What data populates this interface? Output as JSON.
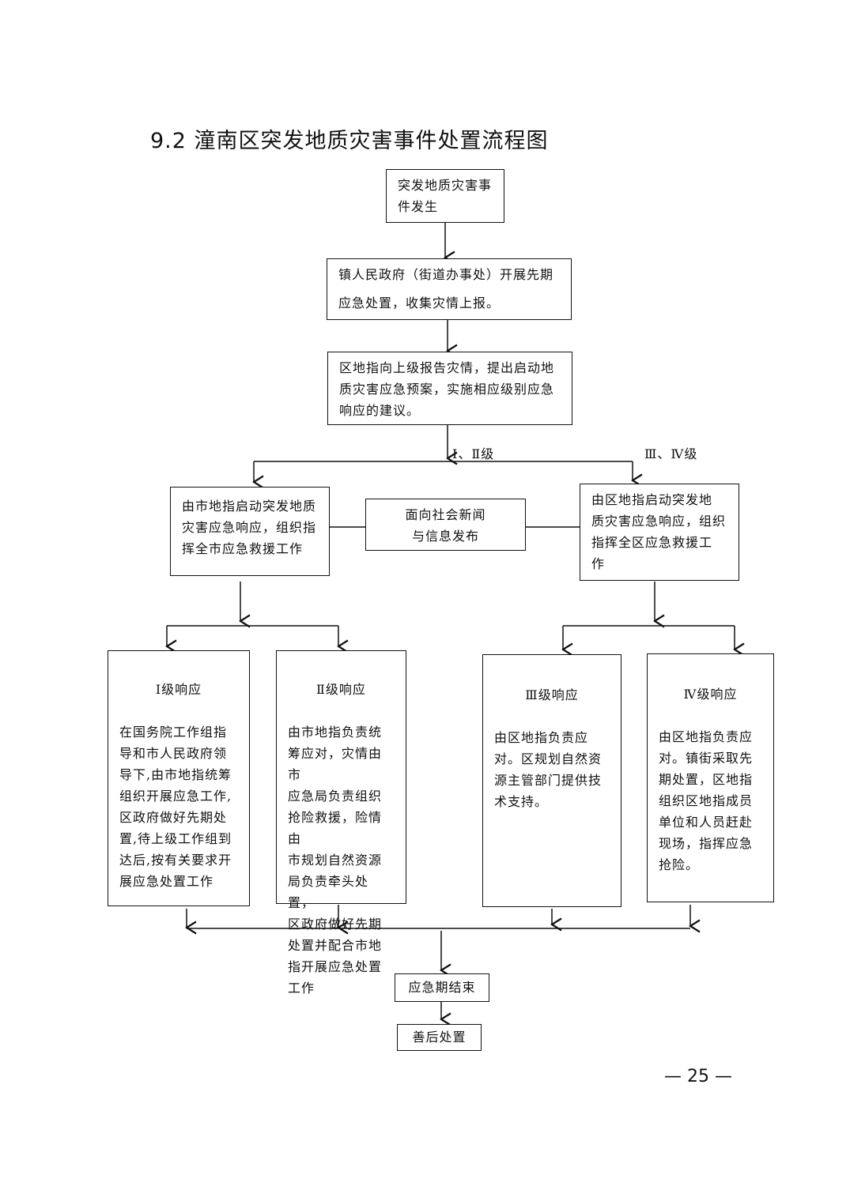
{
  "title": "9.2 潼南区突发地质灾害事件处置流程图",
  "nodes": {
    "start": "突发地质灾害事\n件发生",
    "town": "镇人民政府（街道办事处）开展先期\n应急处置，收集灾情上报。",
    "district_report": "区地指向上级报告灾情，提出启动地\n质灾害应急预案，实施相应级别应急\n响应的建议。",
    "city_response": "由市地指启动突发地质\n灾害应急响应，组织指\n挥全市应急救援工作",
    "news": "面向社会新闻\n与信息发布",
    "district_response": "由区地指启动突发地\n质灾害应急响应，组织\n指挥全区应急救援工\n作",
    "level1": {
      "heading": "Ⅰ级响应",
      "body": "在国务院工作组指\n导和市人民政府领\n导下,由市地指统筹\n组织开展应急工作,\n区政府做好先期处\n置,待上级工作组到\n达后,按有关要求开\n展应急处置工作"
    },
    "level2": {
      "heading": "Ⅱ级响应",
      "body": "由市地指负责统\n筹应对，灾情由市\n应急局负责组织\n抢险救援，险情由\n市规划自然资源\n局负责牵头处置，\n区政府做好先期\n处置并配合市地\n指开展应急处置\n工作"
    },
    "level3": {
      "heading": "Ⅲ级响应",
      "body": "由区地指负责应\n对。区规划自然资\n源主管部门提供技\n术支持。"
    },
    "level4": {
      "heading": "Ⅳ级响应",
      "body": "由区地指负责应\n对。镇街采取先\n期处置，区地指\n组织区地指成员\n单位和人员赶赴\n现场，指挥应急\n抢险。"
    },
    "end": "应急期结束",
    "aftermath": "善后处置"
  },
  "branch_labels": {
    "left": "Ⅰ、Ⅱ级",
    "right": "Ⅲ、Ⅳ级"
  },
  "page_number": "— 25 —"
}
